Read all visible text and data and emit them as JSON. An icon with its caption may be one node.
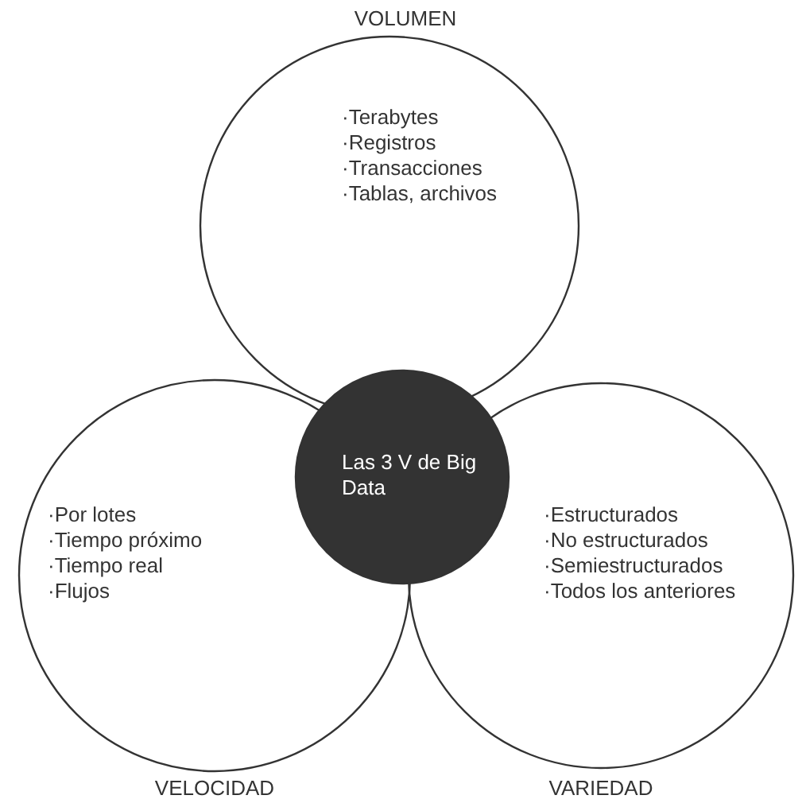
{
  "diagram": {
    "nodes": [
      {
        "text": [
          "VOLUMEN",
          "·Terabytes",
          "·Registros",
          "·Transacciones",
          "·Tablas, archivos"
        ]
      },
      {
        "text": [
          "VELOCIDAD",
          "·Por lotes",
          "·Tiempo próximo",
          "·Tiempo real",
          "·Flujos"
        ]
      },
      {
        "text": [
          "VARIEDAD",
          "·Estructurados",
          "·No estructurados",
          "·Semiestructurados",
          "·Todos los anteriores"
        ]
      },
      {
        "text": [
          "Las 3 V de Big Data"
        ]
      }
    ]
  }
}
